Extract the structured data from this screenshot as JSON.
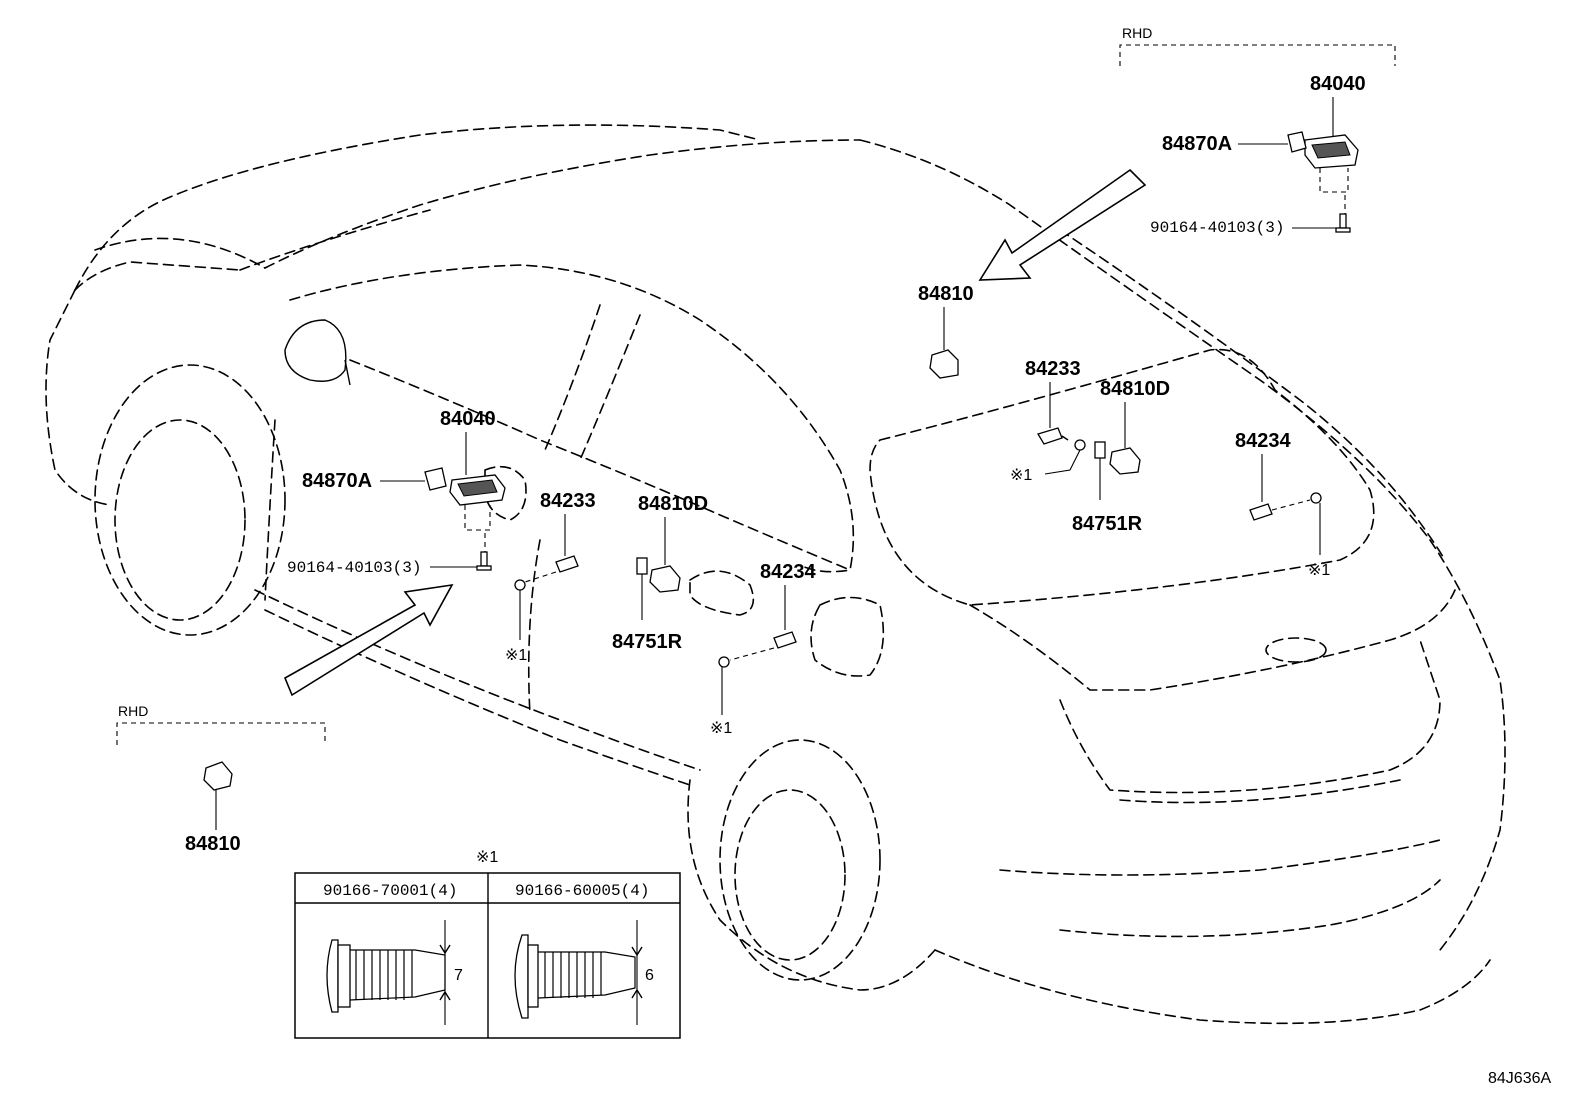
{
  "labels": {
    "rhd_top": "RHD",
    "rhd_bottom": "RHD",
    "part_84040_top": "84040",
    "part_84870A_top": "84870A",
    "screw_top": "90164-40103(3)",
    "part_84810_mid": "84810",
    "part_84233_right": "84233",
    "part_84810D_right": "84810D",
    "ref1_a": "※1",
    "part_84751R_right": "84751R",
    "part_84234_right": "84234",
    "ref1_b": "※1",
    "part_84040_left": "84040",
    "part_84870A_left": "84870A",
    "screw_left": "90164-40103(3)",
    "part_84233_left": "84233",
    "part_84810D_left": "84810D",
    "part_84751R_left": "84751R",
    "part_84234_left": "84234",
    "ref1_c": "※1",
    "ref1_d": "※1",
    "part_84810_bottom": "84810",
    "table_ref": "※1",
    "diagram_code": "84J636A"
  },
  "fastener_table": {
    "col1_header": "90166-70001(4)",
    "col2_header": "90166-60005(4)",
    "col1_dim": "7",
    "col2_dim": "6"
  }
}
